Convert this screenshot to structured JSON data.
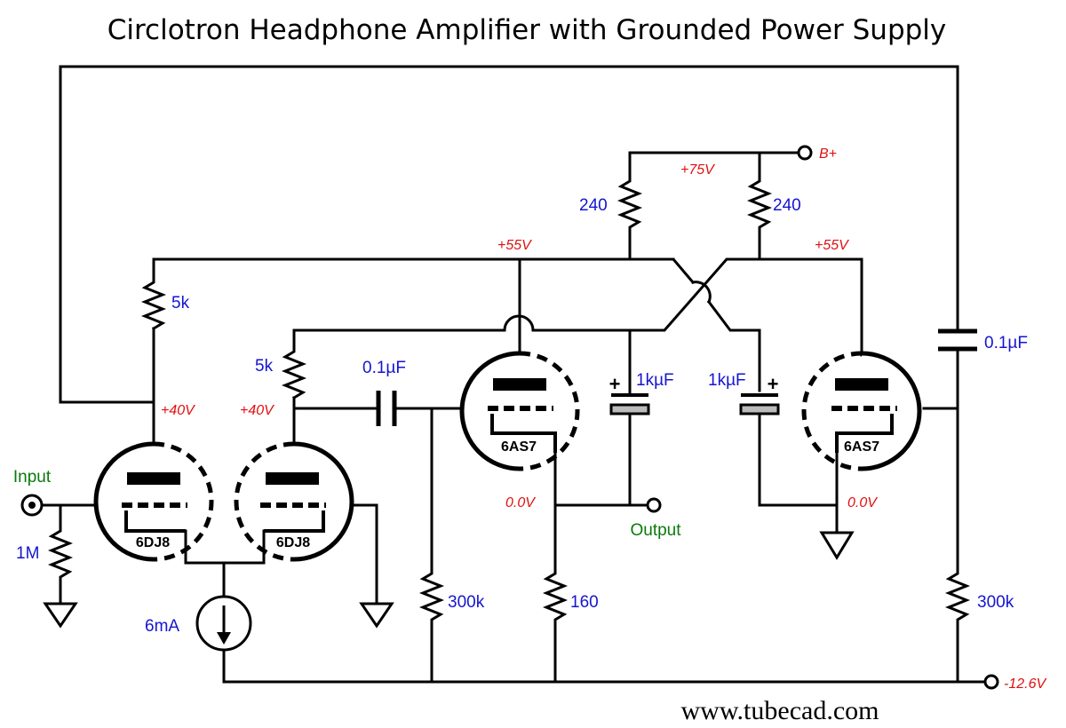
{
  "title": "Circlotron Headphone Amplifier with Grounded Power Supply",
  "colors": {
    "component_label": "#1515d0",
    "voltage_label": "#e01010",
    "io_label": "#0a7a0a",
    "wire": "#000000"
  },
  "rails": {
    "bplus": "B+",
    "bplus_voltage": "+75V",
    "negative": "-12.6V"
  },
  "labels": {
    "input": "Input",
    "output": "Output",
    "r_input": "1M",
    "r_plate_left": "5k",
    "r_plate_right": "5k",
    "v_plate_left": "+40V",
    "v_plate_right": "+40V",
    "current_source": "6mA",
    "c_coupling": "0.1µF",
    "r_grid_left": "300k",
    "r_cathode": "160",
    "v_cathode_left": "0.0V",
    "v_cathode_right": "0.0V",
    "r_b_left": "240",
    "r_b_right": "240",
    "v_node_left": "+55V",
    "v_node_right": "+55V",
    "c_boot_left": "1kµF",
    "c_boot_right": "1kµF",
    "c_feedback": "0.1µF",
    "r_grid_right": "300k"
  },
  "tubes": {
    "input_left": "6DJ8",
    "input_right": "6DJ8",
    "output_left": "6AS7",
    "output_right": "6AS7"
  },
  "website": "www.tubecad.com"
}
